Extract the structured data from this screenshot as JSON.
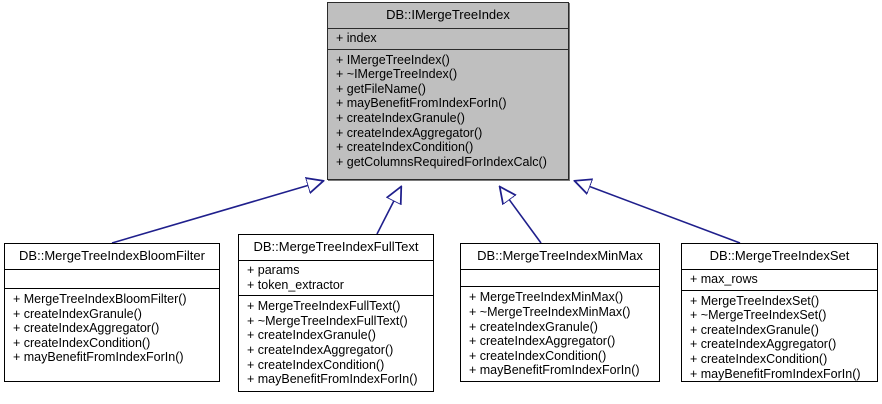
{
  "diagram": {
    "type": "uml-class-inheritance",
    "colors": {
      "base_class_fill": "#bfbfbf",
      "derived_class_fill": "#ffffff",
      "border": "#000000",
      "edge_line": "#1f1f8c",
      "arrowhead_fill": "#ffffff"
    },
    "classes": [
      {
        "id": "imergetreeindex",
        "name": "DB::IMergeTreeIndex",
        "role": "base",
        "attributes": [
          "+ index"
        ],
        "methods": [
          "+ IMergeTreeIndex()",
          "+ ~IMergeTreeIndex()",
          "+ getFileName()",
          "+ mayBenefitFromIndexForIn()",
          "+ createIndexGranule()",
          "+ createIndexAggregator()",
          "+ createIndexCondition()",
          "+ getColumnsRequiredForIndexCalc()"
        ]
      },
      {
        "id": "bloomfilter",
        "name": "DB::MergeTreeIndexBloomFilter",
        "role": "derived",
        "attributes": [],
        "methods": [
          "+ MergeTreeIndexBloomFilter()",
          "+ createIndexGranule()",
          "+ createIndexAggregator()",
          "+ createIndexCondition()",
          "+ mayBenefitFromIndexForIn()"
        ]
      },
      {
        "id": "fulltext",
        "name": "DB::MergeTreeIndexFullText",
        "role": "derived",
        "attributes": [
          "+ params",
          "+ token_extractor"
        ],
        "methods": [
          "+ MergeTreeIndexFullText()",
          "+ ~MergeTreeIndexFullText()",
          "+ createIndexGranule()",
          "+ createIndexAggregator()",
          "+ createIndexCondition()",
          "+ mayBenefitFromIndexForIn()"
        ]
      },
      {
        "id": "minmax",
        "name": "DB::MergeTreeIndexMinMax",
        "role": "derived",
        "attributes": [],
        "methods": [
          "+ MergeTreeIndexMinMax()",
          "+ ~MergeTreeIndexMinMax()",
          "+ createIndexGranule()",
          "+ createIndexAggregator()",
          "+ createIndexCondition()",
          "+ mayBenefitFromIndexForIn()"
        ]
      },
      {
        "id": "set",
        "name": "DB::MergeTreeIndexSet",
        "role": "derived",
        "attributes": [
          "+ max_rows"
        ],
        "methods": [
          "+ MergeTreeIndexSet()",
          "+ ~MergeTreeIndexSet()",
          "+ createIndexGranule()",
          "+ createIndexAggregator()",
          "+ createIndexCondition()",
          "+ mayBenefitFromIndexForIn()"
        ]
      }
    ],
    "relationships": [
      {
        "from": "DB::MergeTreeIndexBloomFilter",
        "to": "DB::IMergeTreeIndex",
        "kind": "generalization"
      },
      {
        "from": "DB::MergeTreeIndexFullText",
        "to": "DB::IMergeTreeIndex",
        "kind": "generalization"
      },
      {
        "from": "DB::MergeTreeIndexMinMax",
        "to": "DB::IMergeTreeIndex",
        "kind": "generalization"
      },
      {
        "from": "DB::MergeTreeIndexSet",
        "to": "DB::IMergeTreeIndex",
        "kind": "generalization"
      }
    ]
  }
}
